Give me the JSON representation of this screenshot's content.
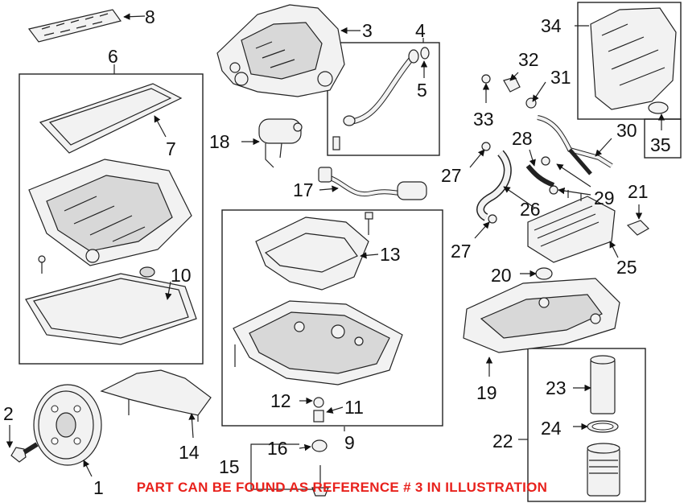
{
  "callouts": {
    "c1": "1",
    "c2": "2",
    "c3": "3",
    "c4": "4",
    "c5": "5",
    "c6": "6",
    "c7": "7",
    "c8": "8",
    "c9": "9",
    "c10": "10",
    "c11": "11",
    "c12": "12",
    "c13": "13",
    "c14": "14",
    "c15": "15",
    "c16": "16",
    "c17": "17",
    "c18": "18",
    "c19": "19",
    "c20": "20",
    "c21": "21",
    "c22": "22",
    "c23": "23",
    "c24": "24",
    "c25": "25",
    "c26": "26",
    "c27a": "27",
    "c27b": "27",
    "c28": "28",
    "c29": "29",
    "c30": "30",
    "c31": "31",
    "c32": "32",
    "c33": "33",
    "c34": "34",
    "c35": "35"
  },
  "notice": "PART CAN BE FOUND AS REFERENCE # 3 IN ILLUSTRATION",
  "colors": {
    "notice": "#e8211c",
    "ink": "#222222"
  }
}
